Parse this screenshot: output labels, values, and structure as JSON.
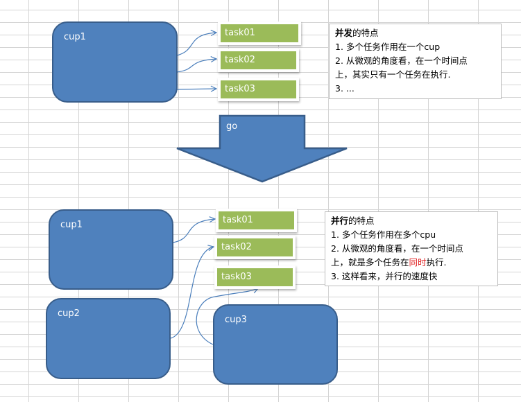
{
  "concurrency": {
    "cpu": {
      "label": "cup1"
    },
    "tasks": [
      {
        "label": "task01"
      },
      {
        "label": "task02"
      },
      {
        "label": "task03"
      }
    ],
    "note": {
      "title_bold": "并发",
      "title_rest": "的特点",
      "lines": [
        "1. 多个任务作用在一个cup",
        "2. 从微观的角度看，在一个时间点",
        "上，其实只有一个任务在执行.",
        "3. ..."
      ]
    }
  },
  "transition": {
    "label": "go"
  },
  "parallelism": {
    "cpus": [
      {
        "label": "cup1"
      },
      {
        "label": "cup2"
      },
      {
        "label": "cup3"
      }
    ],
    "tasks": [
      {
        "label": "task01"
      },
      {
        "label": "task02"
      },
      {
        "label": "task03"
      }
    ],
    "note": {
      "title_bold": "并行",
      "title_rest": "的特点",
      "line1": "1. 多个任务作用在多个cpu",
      "line2": "2. 从微观的角度看，在一个时间点",
      "line3_pre": "上，就是多个任务在",
      "line3_red": "同时",
      "line3_post": "执行.",
      "line4": "3. 这样看来，并行的速度快"
    }
  },
  "colors": {
    "cpu_fill": "#4f81bd",
    "cpu_border": "#385d8a",
    "task_fill": "#9bbb59",
    "connector": "#4a7ebb",
    "highlight": "#e02020"
  }
}
